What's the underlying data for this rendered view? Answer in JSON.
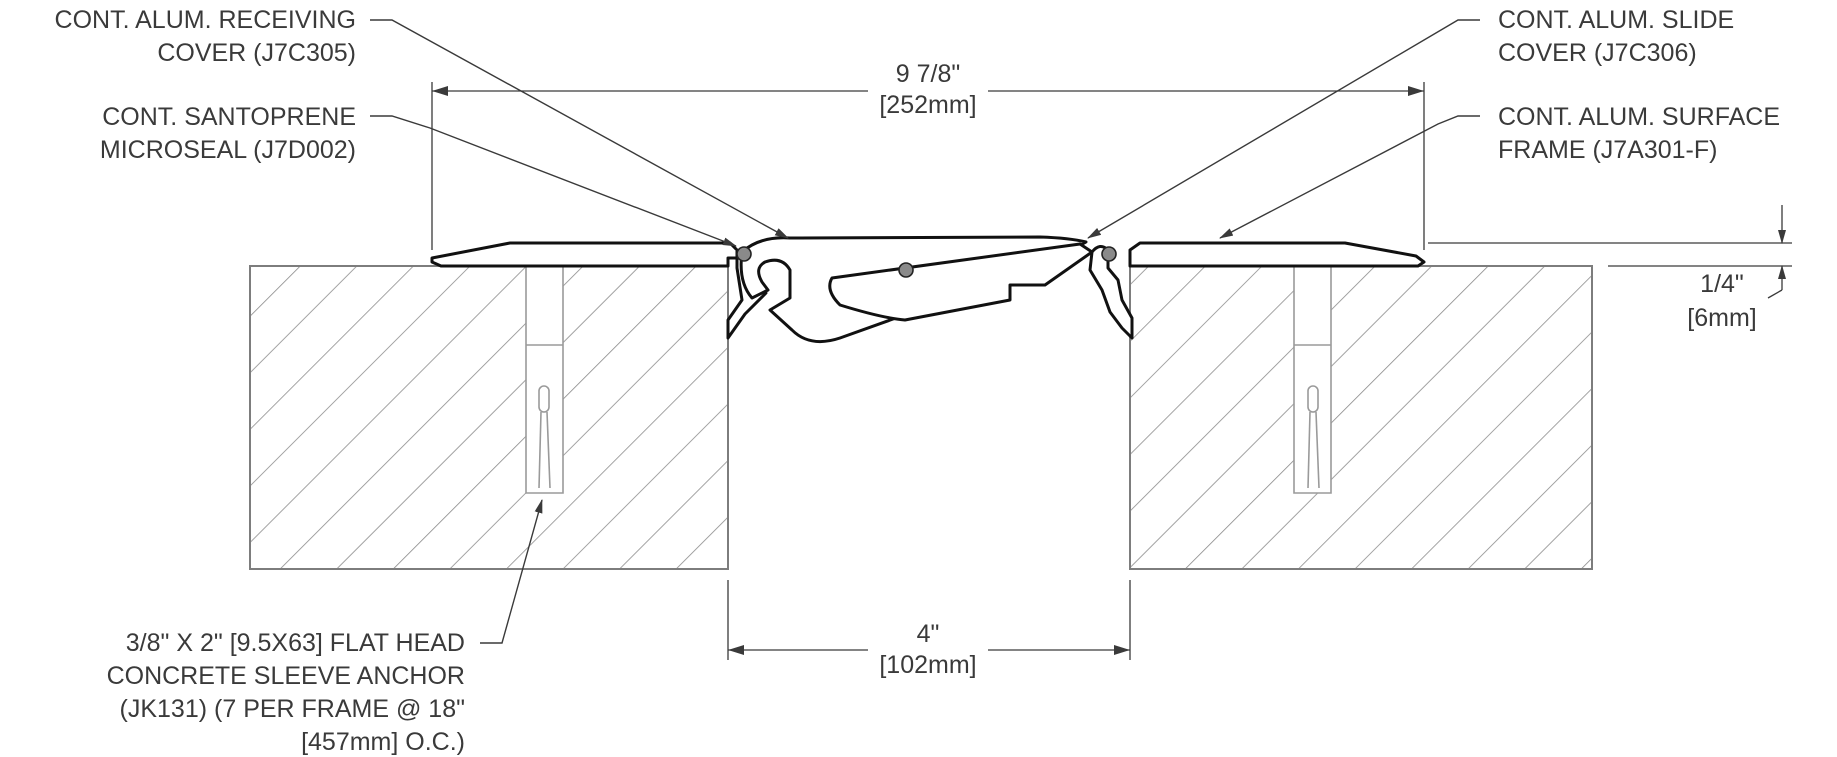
{
  "labels": {
    "receiving_cover": [
      "CONT. ALUM. RECEIVING",
      "COVER (J7C305)"
    ],
    "microseal": [
      "CONT. SANTOPRENE",
      "MICROSEAL (J7D002)"
    ],
    "slide_cover": [
      "CONT. ALUM. SLIDE",
      "COVER (J7C306)"
    ],
    "surface_frame": [
      "CONT. ALUM. SURFACE",
      "FRAME (J7A301-F)"
    ],
    "anchor": [
      "3/8\" X 2\" [9.5X63] FLAT HEAD",
      "CONCRETE SLEEVE ANCHOR",
      "(JK131) (7 PER FRAME @ 18\"",
      "[457mm] O.C.)"
    ]
  },
  "dimensions": {
    "overall_width": [
      "9 7/8\"",
      "[252mm]"
    ],
    "height": [
      "1/4\"",
      "[6mm]"
    ],
    "joint_width": [
      "4\"",
      "[102mm]"
    ]
  }
}
